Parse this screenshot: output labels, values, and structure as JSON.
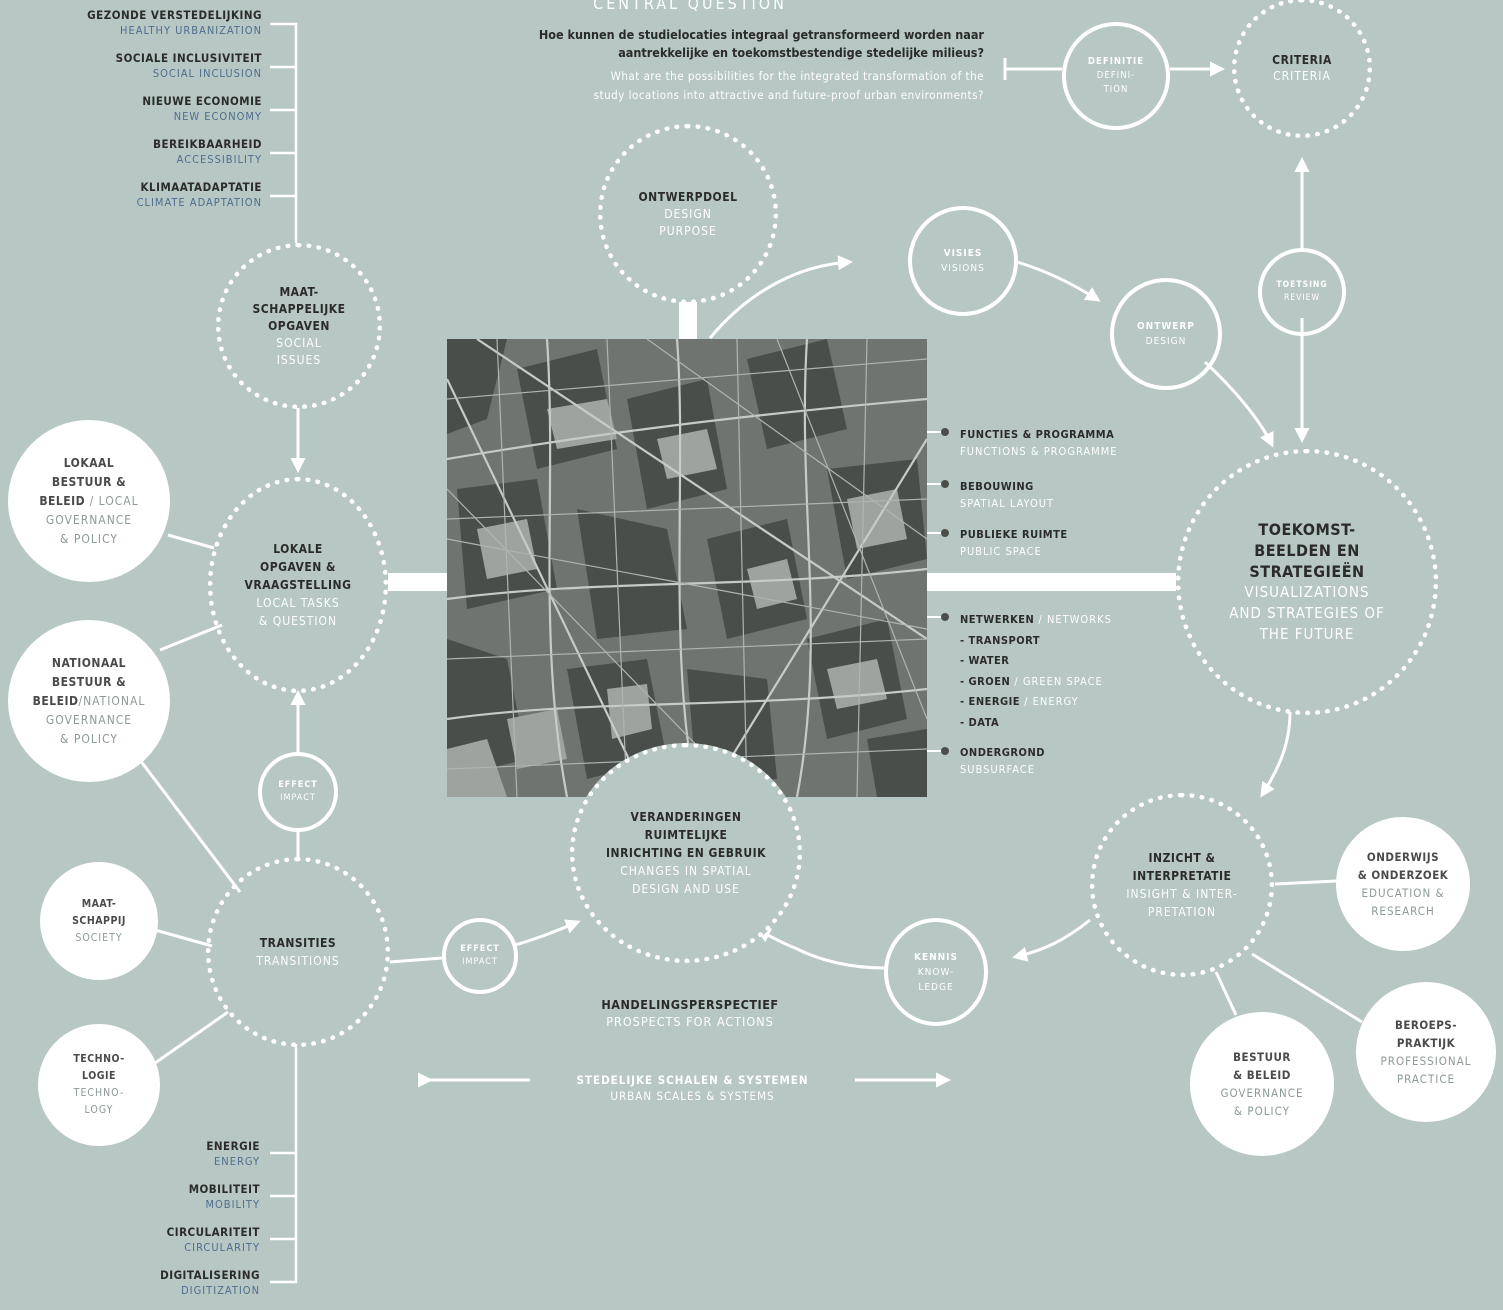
{
  "header": {
    "central_question_label": "CENTRAL QUESTION",
    "question_nl_line1": "Hoe kunnen de studielocaties integraal getransformeerd worden naar",
    "question_nl_line2": "aantrekkelijke en toekomstbestendige stedelijke milieus?",
    "question_en_line1": "What are the possibilities for the integrated transformation of the",
    "question_en_line2": "study locations into attractive and future-proof urban environments?"
  },
  "top_themes": [
    {
      "nl": "GEZONDE VERSTEDELIJKING",
      "en": "HEALTHY URBANIZATION"
    },
    {
      "nl": "SOCIALE INCLUSIVITEIT",
      "en": "SOCIAL INCLUSION"
    },
    {
      "nl": "NIEUWE ECONOMIE",
      "en": "NEW ECONOMY"
    },
    {
      "nl": "BEREIKBAARHEID",
      "en": "ACCESSIBILITY"
    },
    {
      "nl": "KLIMAATADAPTATIE",
      "en": "CLIMATE ADAPTATION"
    }
  ],
  "bottom_themes": [
    {
      "nl": "ENERGIE",
      "en": "ENERGY"
    },
    {
      "nl": "MOBILITEIT",
      "en": "MOBILITY"
    },
    {
      "nl": "CIRCULARITEIT",
      "en": "CIRCULARITY"
    },
    {
      "nl": "DIGITALISERING",
      "en": "DIGITIZATION"
    }
  ],
  "nodes": {
    "definitie": {
      "nl": "DEFINITIE",
      "en1": "DEFINI-",
      "en2": "TION"
    },
    "criteria": {
      "nl": "CRITERIA",
      "en": "CRITERIA"
    },
    "ontwerpdoel": {
      "nl": "ONTWERPDOEL",
      "en1": "DESIGN",
      "en2": "PURPOSE"
    },
    "visies": {
      "nl": "VISIES",
      "en": "VISIONS"
    },
    "ontwerp": {
      "nl": "ONTWERP",
      "en": "DESIGN"
    },
    "toetsing": {
      "nl": "TOETSING",
      "en": "REVIEW"
    },
    "maatschappelijke": {
      "nl1": "MAAT-",
      "nl2": "SCHAPPELIJKE",
      "nl3": "OPGAVEN",
      "en1": "SOCIAL",
      "en2": "ISSUES"
    },
    "lokale": {
      "nl1": "LOKALE",
      "nl2": "OPGAVEN &",
      "nl3": "VRAAGSTELLING",
      "en1": "LOCAL TASKS",
      "en2": "& QUESTION"
    },
    "toekomst": {
      "nl1": "TOEKOMST-",
      "nl2": "BEELDEN EN",
      "nl3": "STRATEGIEËN",
      "en1": "VISUALIZATIONS",
      "en2": "AND STRATEGIES OF",
      "en3": "THE FUTURE"
    },
    "veranderingen": {
      "nl1": "VERANDERINGEN",
      "nl2": "RUIMTELIJKE",
      "nl3": "INRICHTING EN GEBRUIK",
      "en1": "CHANGES IN SPATIAL",
      "en2": "DESIGN AND USE"
    },
    "effect_left": {
      "nl": "EFFECT",
      "en": "IMPACT"
    },
    "effect_bottom": {
      "nl": "EFFECT",
      "en": "IMPACT"
    },
    "transities": {
      "nl": "TRANSITIES",
      "en": "TRANSITIONS"
    },
    "inzicht": {
      "nl1": "INZICHT &",
      "nl2": "INTERPRETATIE",
      "en1": "INSIGHT & INTER-",
      "en2": "PRETATION"
    },
    "kennis": {
      "nl": "KENNIS",
      "en1": "KNOW-",
      "en2": "LEDGE"
    }
  },
  "stakeholders": {
    "lokaal": {
      "nl1": "LOKAAL",
      "nl2": "BESTUUR &",
      "nl3": "BELEID",
      "sep": " / ",
      "en1": "LOCAL",
      "en2": "GOVERNANCE",
      "en3": "& POLICY"
    },
    "nationaal": {
      "nl1": "NATIONAAL",
      "nl2": "BESTUUR &",
      "nl3": "BELEID",
      "sep": "/",
      "en1": "NATIONAL",
      "en2": "GOVERNANCE",
      "en3": "& POLICY"
    },
    "maatschappij": {
      "nl1": "MAAT-",
      "nl2": "SCHAPPIJ",
      "en": "SOCIETY"
    },
    "technologie": {
      "nl1": "TECHNO-",
      "nl2": "LOGIE",
      "en1": "TECHNO-",
      "en2": "LOGY"
    },
    "onderwijs": {
      "nl1": "ONDERWIJS",
      "nl2": "& ONDERZOEK",
      "en1": "EDUCATION &",
      "en2": "RESEARCH"
    },
    "bestuur": {
      "nl1": "BESTUUR",
      "nl2": "& BELEID",
      "en1": "GOVERNANCE",
      "en2": "& POLICY"
    },
    "beroeps": {
      "nl1": "BEROEPS-",
      "nl2": "PRAKTIJK",
      "en1": "PROFESSIONAL",
      "en2": "PRACTICE"
    }
  },
  "map_legend": {
    "functies": {
      "nl": "FUNCTIES & PROGRAMMA",
      "en": "FUNCTIONS & PROGRAMME"
    },
    "bebouwing": {
      "nl": "BEBOUWING",
      "en": "SPATIAL LAYOUT"
    },
    "publieke": {
      "nl": "PUBLIEKE RUIMTE",
      "en": "PUBLIC SPACE"
    },
    "netwerken": {
      "nl": "NETWERKEN",
      "sep": " / ",
      "en": "NETWORKS",
      "items": [
        {
          "nl": "- TRANSPORT",
          "en": ""
        },
        {
          "nl": "- WATER",
          "en": ""
        },
        {
          "nl": "- GROEN",
          "sep": " / ",
          "en": "GREEN SPACE"
        },
        {
          "nl": "- ENERGIE",
          "sep": " / ",
          "en": "ENERGY"
        },
        {
          "nl": "- DATA",
          "en": ""
        }
      ]
    },
    "ondergrond": {
      "nl": "ONDERGROND",
      "en": "SUBSURFACE"
    }
  },
  "bottom": {
    "handelings_nl": "HANDELINGSPERSPECTIEF",
    "handelings_en": "PROSPECTS FOR ACTIONS",
    "schalen_nl": "STEDELIJKE SCHALEN & SYSTEMEN",
    "schalen_en": "URBAN SCALES & SYSTEMS"
  },
  "colors": {
    "background": "#b7c7c3",
    "white": "#ffffff",
    "dark_text": "#2b2b2b",
    "theme_english": "#4f6e8c",
    "map_dark": "#4a4e4b",
    "map_mid": "#6f7470",
    "map_light": "#9ea3a0"
  }
}
